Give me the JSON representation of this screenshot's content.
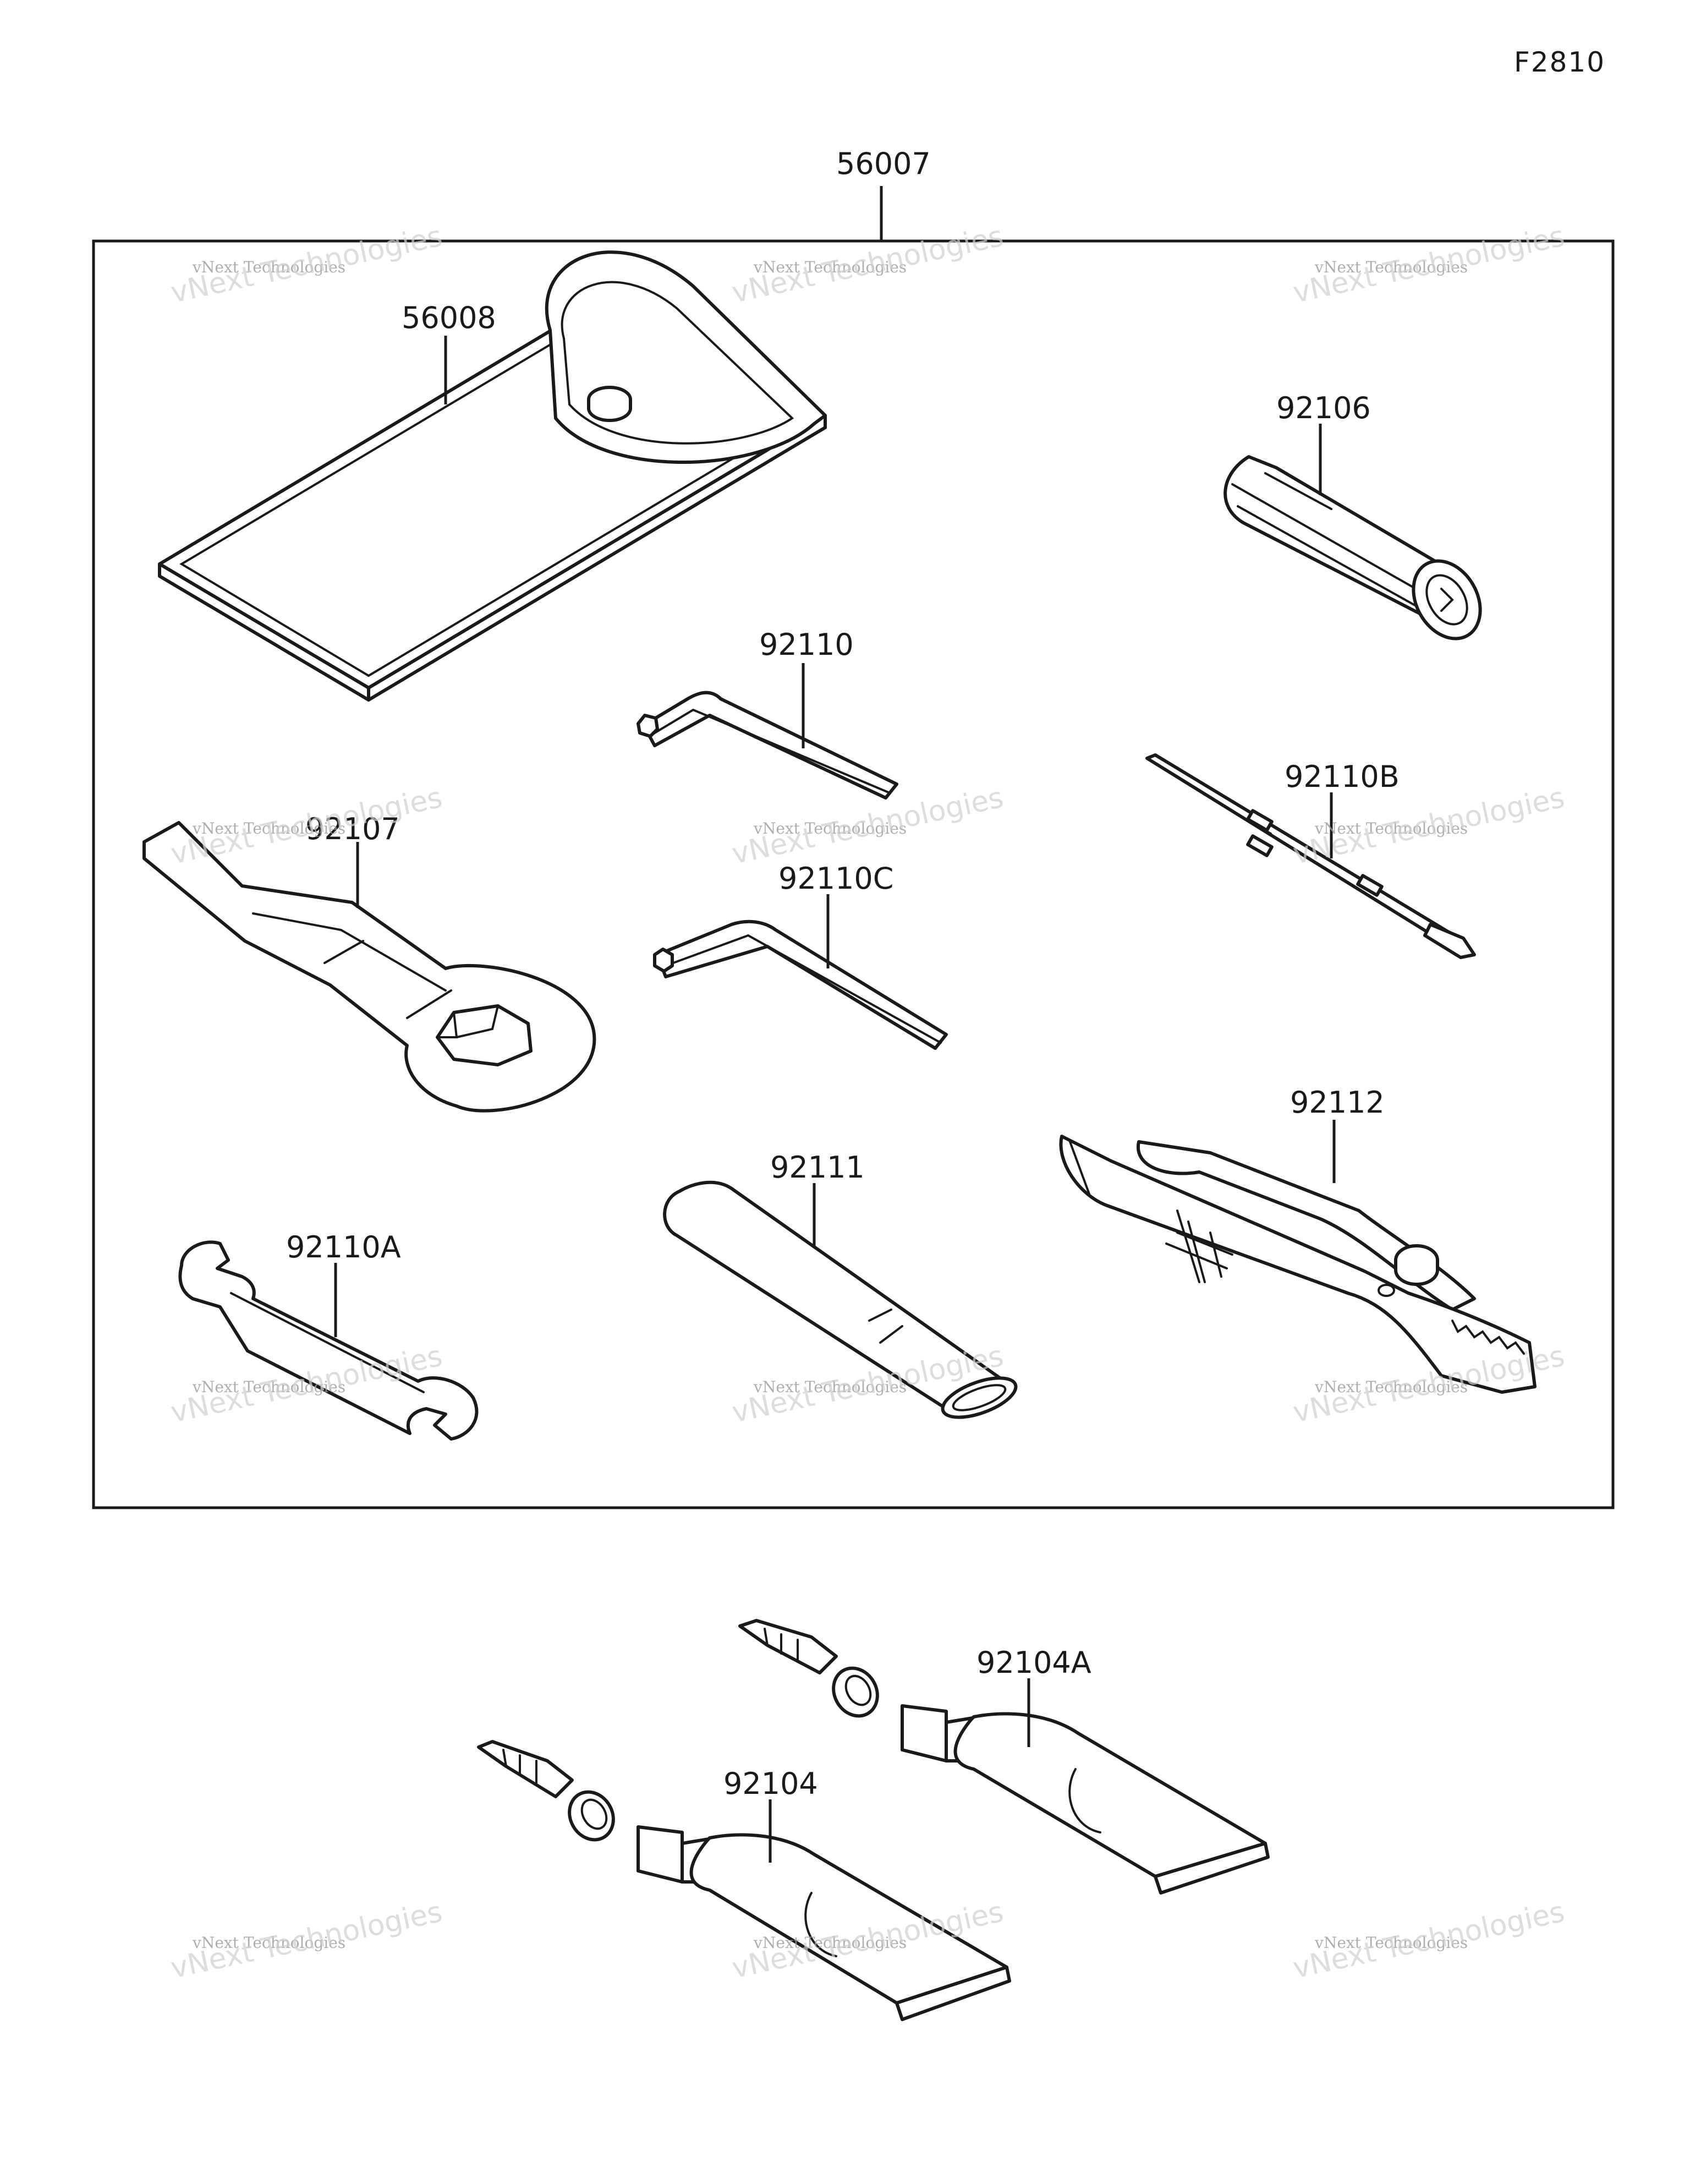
{
  "figure_code": "F2810",
  "group": {
    "part_no": "56007"
  },
  "parts": [
    {
      "id": "56008",
      "label": "56008"
    },
    {
      "id": "92106",
      "label": "92106"
    },
    {
      "id": "92110",
      "label": "92110"
    },
    {
      "id": "92110B",
      "label": "92110B"
    },
    {
      "id": "92107",
      "label": "92107"
    },
    {
      "id": "92110C",
      "label": "92110C"
    },
    {
      "id": "92112",
      "label": "92112"
    },
    {
      "id": "92111",
      "label": "92111"
    },
    {
      "id": "92110A",
      "label": "92110A"
    },
    {
      "id": "92104A",
      "label": "92104A"
    },
    {
      "id": "92104",
      "label": "92104"
    }
  ],
  "watermark": {
    "line1": "vNext Technologies",
    "line2": "vNext Technologies"
  }
}
